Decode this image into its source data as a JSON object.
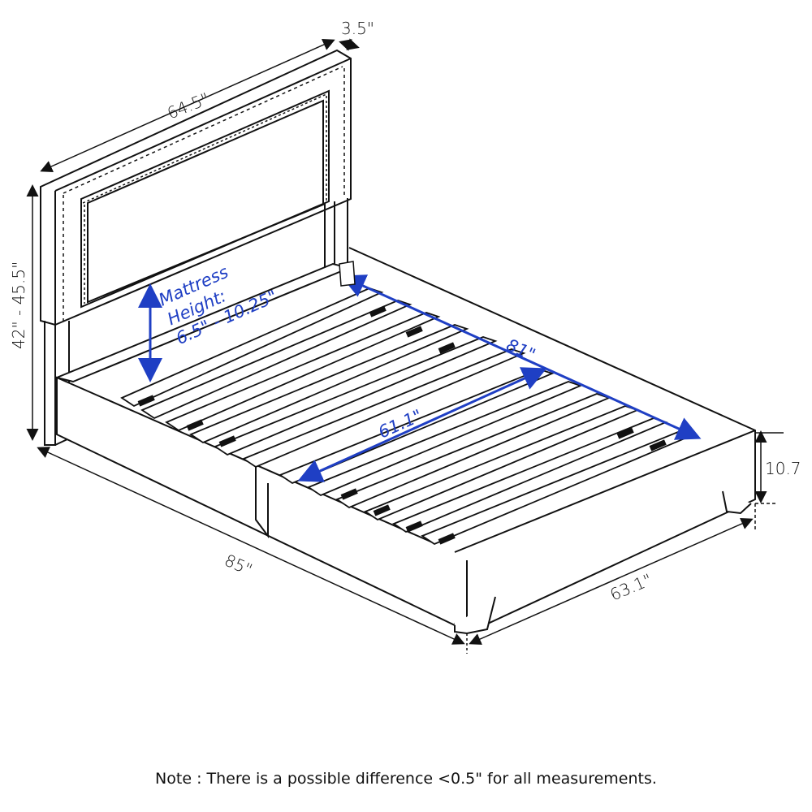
{
  "diagram": {
    "title": "Bed frame dimension diagram",
    "colors": {
      "line": "#111111",
      "accent": "#1f3fc4",
      "background": "#ffffff"
    },
    "dimensions": {
      "headboard_width": "64.5\"",
      "headboard_depth": "3.5\"",
      "headboard_height": "42\" - 45.5\"",
      "overall_length": "85\"",
      "overall_width": "63.1\"",
      "frame_height": "10.7",
      "slat_length": "81\"",
      "slat_width": "61.1\""
    },
    "mattress": {
      "line1": "Mattress",
      "line2": "Height:",
      "line3": "6.5\" - 10.25\""
    },
    "note": "Note : There is a possible difference <0.5\" for all measurements."
  }
}
